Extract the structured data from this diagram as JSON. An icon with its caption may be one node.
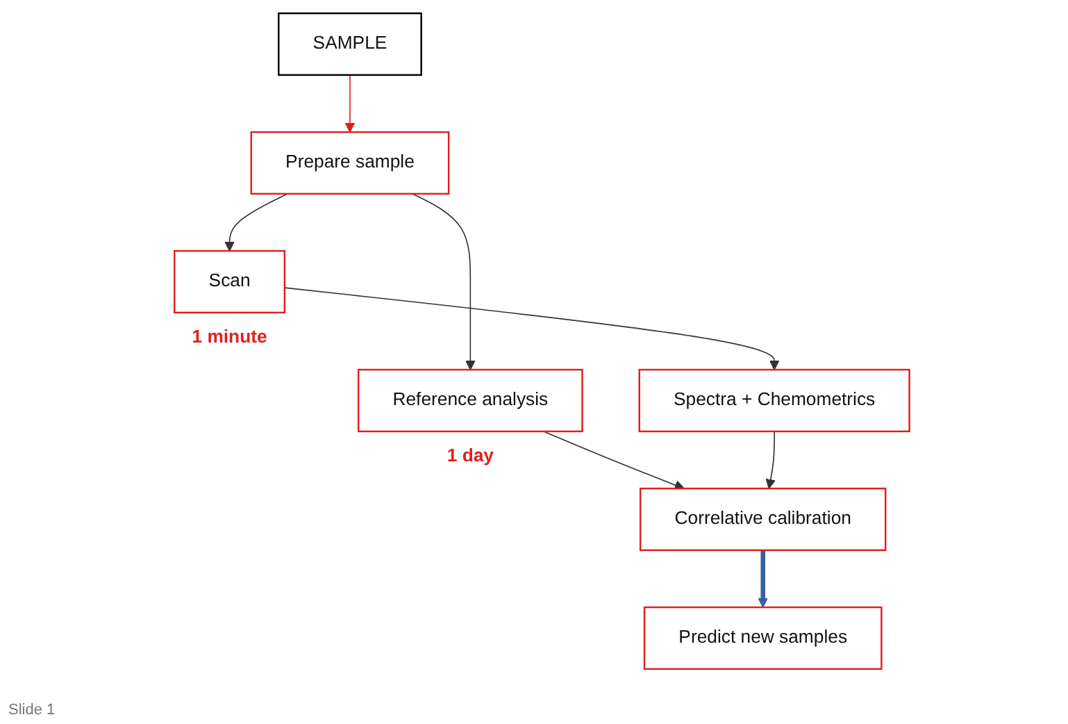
{
  "diagram": {
    "nodes": [
      {
        "text": [
          "SAMPLE"
        ]
      },
      {
        "text": [
          "Prepare sample"
        ]
      },
      {
        "text": [
          "Scan"
        ],
        "beside": [
          "1 minute"
        ]
      },
      {
        "text": [
          "Reference analysis"
        ],
        "beside": [
          "1 day"
        ]
      },
      {
        "text": [
          "Spectra + Chemometrics"
        ]
      },
      {
        "text": [
          "Correlative calibration"
        ]
      },
      {
        "text": [
          "Predict new samples"
        ]
      }
    ],
    "edges": [
      {
        "from": 0,
        "to": 1,
        "arrow": "to",
        "color": "#e02020"
      },
      {
        "from": 1,
        "to": 2,
        "arrow": "to"
      },
      {
        "from": 1,
        "to": 3,
        "arrow": "to"
      },
      {
        "from": 2,
        "to": 4,
        "arrow": "to"
      },
      {
        "from": 3,
        "to": 5,
        "arrow": "to"
      },
      {
        "from": 4,
        "to": 5,
        "arrow": "to"
      },
      {
        "from": 5,
        "to": 6,
        "arrow": "to",
        "style": "thick",
        "color": "#3a5fa0"
      }
    ],
    "labels": [
      "Slide 1"
    ]
  }
}
